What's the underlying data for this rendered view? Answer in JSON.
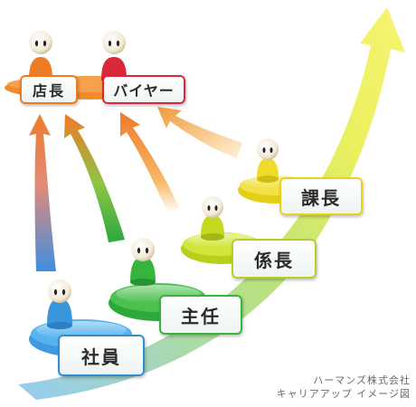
{
  "positions": {
    "shain": "社員",
    "shunin": "主任",
    "kakaricho": "係長",
    "kacho": "課長",
    "tencho": "店長",
    "buyer": "バイヤー"
  },
  "colors": {
    "shain": "#2f8fd6",
    "shunin": "#37b43a",
    "kakaricho": "#b8cf22",
    "kacho": "#e7d21c",
    "tencho": "#ee7a22",
    "buyer": "#d9283a"
  },
  "footer": {
    "company": "ハーマンズ株式会社",
    "caption": "キャリアアップ イメージ図"
  }
}
